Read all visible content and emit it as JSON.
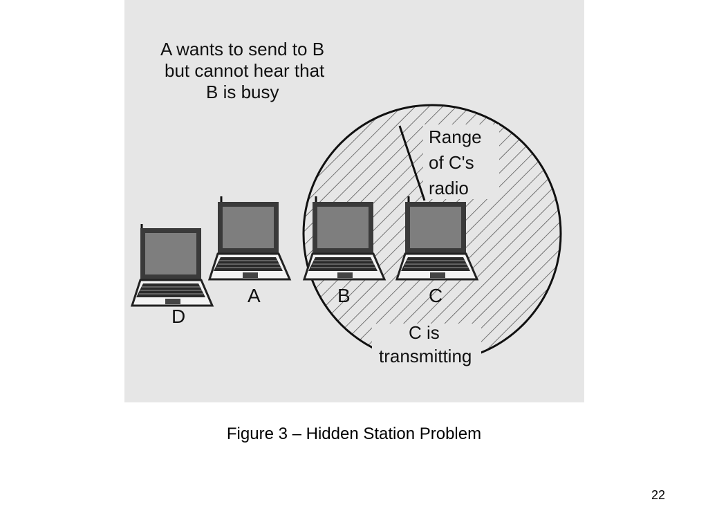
{
  "diagram": {
    "note_a": [
      "A wants to send to B",
      "but cannot hear that",
      "B is busy"
    ],
    "range_label": [
      "Range",
      "of C's",
      "radio"
    ],
    "transmit_label": [
      "C is",
      "transmitting"
    ],
    "stations": [
      "D",
      "A",
      "B",
      "C"
    ]
  },
  "caption": "Figure 3 – Hidden Station Problem",
  "page_number": "22",
  "colors": {
    "figure_bg": "#e6e6e6",
    "ink": "#111111"
  }
}
